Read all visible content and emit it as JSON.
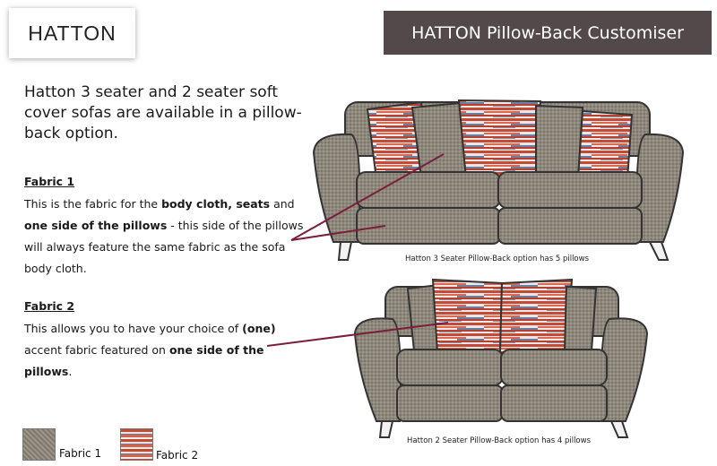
{
  "brand": "HATTON",
  "title": "HATTON Pillow-Back Customiser",
  "intro": "Hatton 3 seater and 2 seater soft cover sofas are available in a pillow-back option.",
  "fabric1": {
    "heading": "Fabric 1",
    "t1": "This is the fabric for the ",
    "b1": "body cloth, seats",
    "t2": " and ",
    "b2": "one side of the pillows",
    "t3": " - this side of the pillows will always feature the same fabric as the sofa body cloth."
  },
  "fabric2": {
    "heading": "Fabric 2",
    "t1": "This allows you to have your choice of ",
    "b1": "(one)",
    "t2": " accent fabric featured on ",
    "b2": "one side of the pillows",
    "t3": "."
  },
  "captions": {
    "three_seater": "Hatton 3 Seater Pillow-Back option has 5 pillows",
    "two_seater": "Hatton 2 Seater Pillow-Back option has 4 pillows"
  },
  "swatches": {
    "fabric1_label": "Fabric 1",
    "fabric2_label": "Fabric 2"
  },
  "colors": {
    "title_bar": "#54494a",
    "body_cloth": "#8d8579",
    "accent_red": "#c24b34",
    "pointer_line": "#7a1e3c"
  }
}
